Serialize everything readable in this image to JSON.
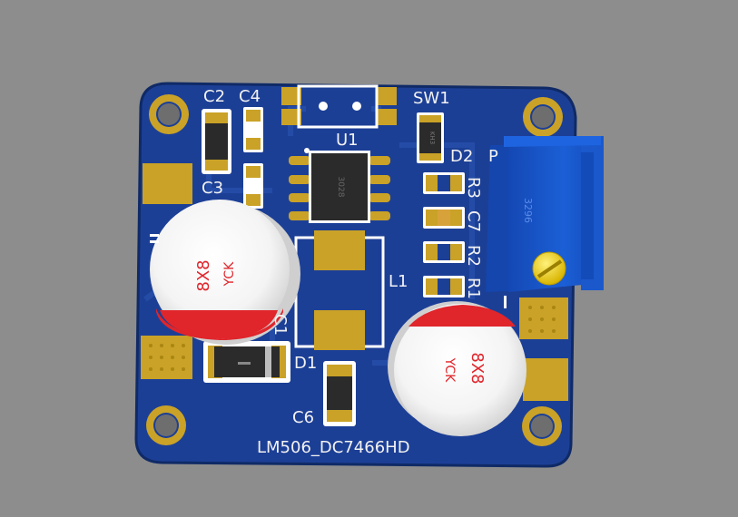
{
  "board": {
    "name": "LM506_DC7466HD",
    "colors": {
      "background": "#8d8d8d",
      "pcb": "#1c3f96",
      "pcb_dark": "#163377",
      "copper_pad": "#c9a227",
      "silkscreen": "#f2f2f2",
      "cap_red": "#e0252b",
      "pot_blue": "#1753c6"
    }
  },
  "labels": {
    "c2": "C2",
    "c4": "C4",
    "c3": "C3",
    "u1": "U1",
    "sw1": "SW1",
    "d2": "D2",
    "p": "P",
    "r3": "R3",
    "c7": "C7",
    "r2": "R2",
    "r1": "R1",
    "l1": "L1",
    "c1": "C1",
    "d1": "D1",
    "c6": "C6"
  },
  "capacitors": {
    "left": {
      "value": "8X8",
      "brand": "YCK"
    },
    "right": {
      "value": "8X8",
      "brand": "YCK"
    }
  },
  "chips": {
    "u1_marking": "3028",
    "sw1_marking": "KH3",
    "pot_marking": "3296"
  },
  "icons": {
    "mounting_hole": "mounting-hole-icon",
    "potentiometer_screw": "screw-icon"
  }
}
